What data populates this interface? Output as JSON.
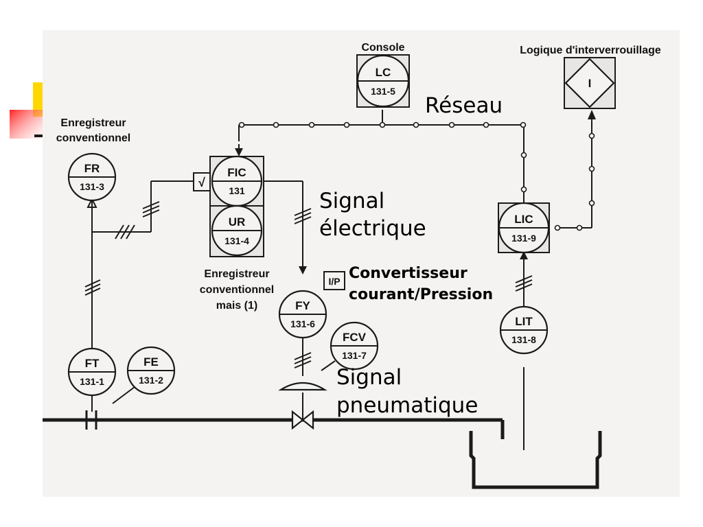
{
  "diagram": {
    "labels": {
      "console": "Console",
      "interlock": "Logique d'interverrouillage",
      "interlock_symbol": "I",
      "recorder_conv": "Enregistreur conventionnel",
      "recorder_conv_line1": "Enregistreur",
      "recorder_conv_line2": "conventionnel",
      "recorder_but_line1": "Enregistreur",
      "recorder_but_line2": "conventionnel",
      "recorder_but_line3": "mais (1)",
      "sqrt_symbol": "√",
      "ip_symbol": "I/P"
    },
    "annotations": {
      "reseau": "Réseau",
      "signal_elec_line1": "Signal",
      "signal_elec_line2": "électrique",
      "convertisseur_line1": "Convertisseur",
      "convertisseur_line2": "courant/Pression",
      "signal_pneu_line1": "Signal",
      "signal_pneu_line2": "pneumatique"
    },
    "instruments": {
      "lc": {
        "tag": "LC",
        "num": "131-5"
      },
      "fic": {
        "tag": "FIC",
        "num": "131"
      },
      "ur": {
        "tag": "UR",
        "num": "131-4"
      },
      "lic": {
        "tag": "LIC",
        "num": "131-9"
      },
      "fr": {
        "tag": "FR",
        "num": "131-3"
      },
      "fy": {
        "tag": "FY",
        "num": "131-6"
      },
      "fcv": {
        "tag": "FCV",
        "num": "131-7"
      },
      "lit": {
        "tag": "LIT",
        "num": "131-8"
      },
      "ft": {
        "tag": "FT",
        "num": "131-1"
      },
      "fe": {
        "tag": "FE",
        "num": "131-2"
      }
    },
    "colors": {
      "line": "#1a1a1a",
      "bullet_yellow": "#ffd700",
      "bullet_red": "#ff2a2a",
      "scan_background": "#f4f3f1"
    }
  }
}
